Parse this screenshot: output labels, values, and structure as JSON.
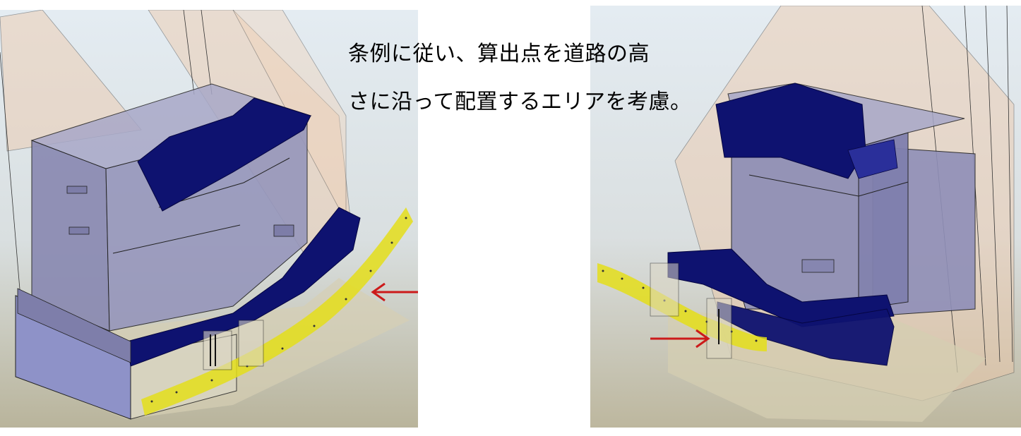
{
  "caption": {
    "line1": "条例に従い、算出点を道路の高",
    "line2": "さに沿って配置するエリアを考慮。"
  },
  "colors": {
    "background_sky": "#dde6ee",
    "ground": "#c7c2aa",
    "building": "#8f8fb4",
    "roof_band": "#0e1270",
    "road_highlight": "#e4de1a",
    "envelope": "#efc8a8",
    "arrow": "#cc1a1a"
  },
  "views": [
    {
      "name": "left-view",
      "arrow_direction": "left"
    },
    {
      "name": "right-view",
      "arrow_direction": "right"
    }
  ]
}
